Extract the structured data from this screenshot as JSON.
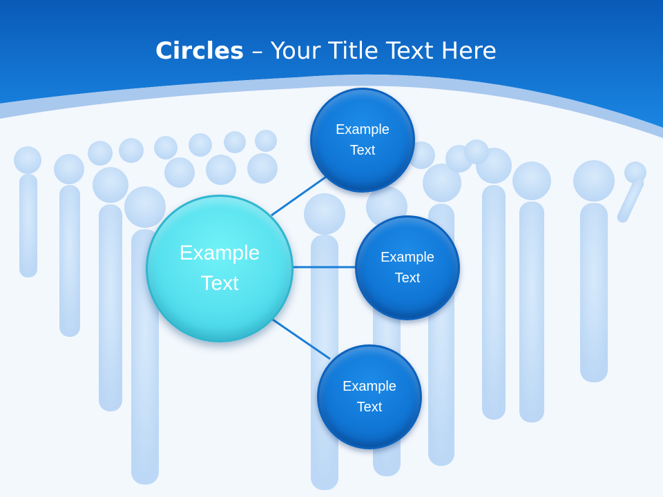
{
  "title": {
    "bold": "Circles",
    "rest": " – Your Title Text Here"
  },
  "center_circle": {
    "text": "Example\nText"
  },
  "satellites": [
    {
      "text": "Example\nText"
    },
    {
      "text": "Example\nText"
    },
    {
      "text": "Example\nText"
    }
  ],
  "colors": {
    "header_blue": "#0e6fd0",
    "center_circle": "#5fe6f2",
    "satellite_circle": "#1177d6",
    "connector": "#1a7fd6"
  }
}
